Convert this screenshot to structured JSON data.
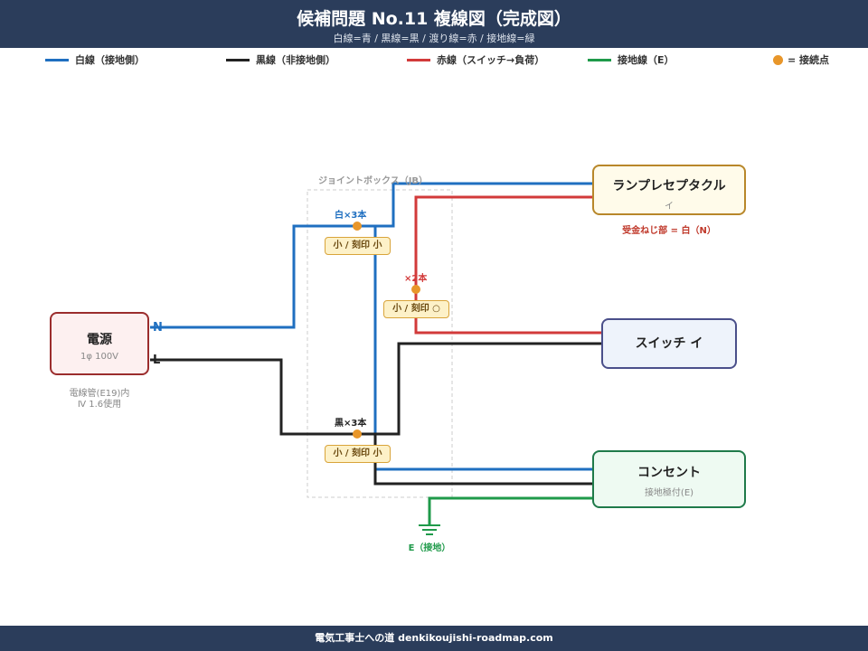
{
  "header": {
    "title": "候補問題 No.11  複線図（完成図）",
    "subtitle": "白線=青 / 黒線=黒 / 渡り線=赤 / 接地線=緑"
  },
  "legend": [
    {
      "label": "白線（接地側）",
      "color": "#1f6fc0"
    },
    {
      "label": "黒線（非接地側）",
      "color": "#222222"
    },
    {
      "label": "赤線（スイッチ→負荷）",
      "color": "#d23a3a"
    },
    {
      "label": "接地線（E）",
      "color": "#1f9a4a"
    },
    {
      "label": "= 接続点",
      "color": "#e8962a"
    }
  ],
  "jb": {
    "label": "ジョイントボックス（JB）"
  },
  "power": {
    "title": "電源",
    "sub": "1φ 100V",
    "n_label": "N",
    "l_label": "L",
    "note1": "電線管(E19)内",
    "note2": "Ⅳ 1.6使用"
  },
  "lamp": {
    "title": "ランプレセプタクル",
    "sub": "イ",
    "note": "受金ねじ部 = 白（N）"
  },
  "switch": {
    "title": "スイッチ イ"
  },
  "outlet": {
    "title": "コンセント",
    "sub": "接地極付(E)"
  },
  "connections": {
    "white": {
      "label": "白×3本",
      "tag": "小 / 刻印 小"
    },
    "red": {
      "label": "×2本",
      "tag": "小 / 刻印 ○"
    },
    "black": {
      "label": "黒×3本",
      "tag": "小 / 刻印 小"
    }
  },
  "ground": {
    "label": "E（接地）"
  },
  "footer": {
    "text": "電気工事士への道  denkikoujishi-roadmap.com"
  },
  "colors": {
    "white_wire": "#1f6fc0",
    "black_wire": "#222222",
    "red_wire": "#d23a3a",
    "ground_wire": "#1f9a4a",
    "node": "#e8962a"
  }
}
